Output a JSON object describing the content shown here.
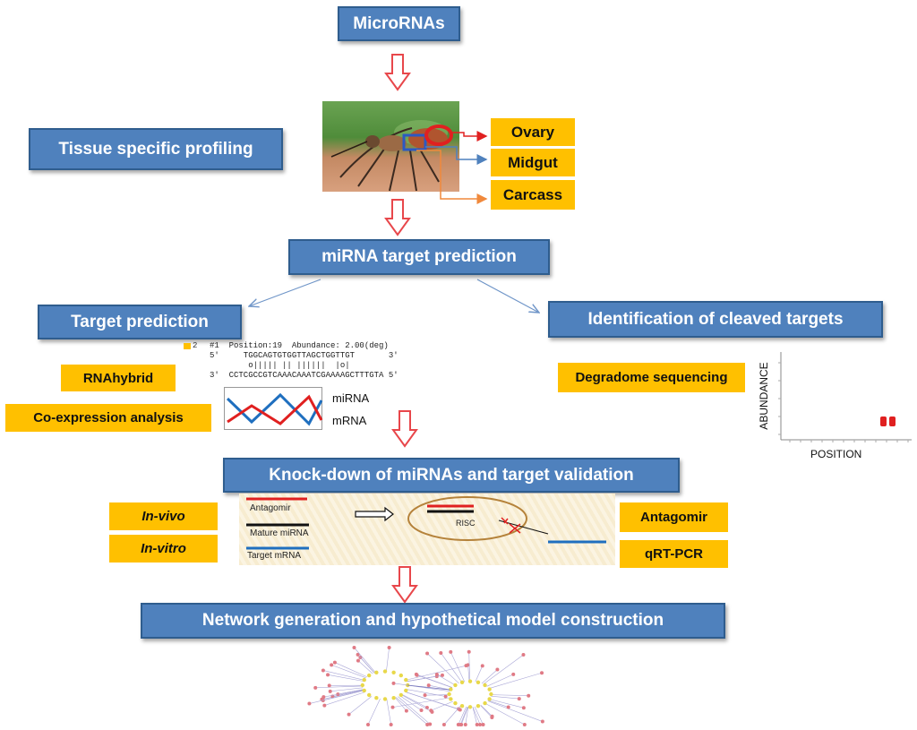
{
  "title_box": "MicroRNAs",
  "tissue_box": "Tissue specific profiling",
  "tissues": [
    "Ovary",
    "Midgut",
    "Carcass"
  ],
  "prediction_box": "miRNA target prediction",
  "target_prediction_box": "Target prediction",
  "cleaved_box": "Identification of cleaved targets",
  "methods": {
    "rnahybrid": "RNAhybrid",
    "coexpression": "Co-expression analysis",
    "degradome": "Degradome sequencing"
  },
  "hybrid": {
    "legend_num": "2",
    "line1": "#1  Position:19  Abundance: 2.00(deg)",
    "line2": "5'     TGGCAGTGTGGTTAGCTGGTTGT       3'",
    "line3": "        o||||| || ||||||  |o|",
    "line4": "3'  CCTCGCCGTCAAACAAATCGAAAAGCTTTGTA 5'"
  },
  "coexpr_legend": {
    "mirna": "miRNA",
    "mrna": "mRNA"
  },
  "degradome_plot": {
    "ylabel": "ABUNDANCE",
    "xlabel": "POSITION"
  },
  "knockdown_box": "Knock-down of miRNAs and target validation",
  "conditions": {
    "invivo": "In-vivo",
    "invitro": "In-vitro"
  },
  "validation": {
    "antagomir": "Antagomir",
    "qrtpcr": "qRT-PCR"
  },
  "mechanism": {
    "antagomir": "Antagomir",
    "mature": "Mature miRNA",
    "target": "Target mRNA",
    "risc": "RISC"
  },
  "network_box": "Network generation and hypothetical model construction",
  "colors": {
    "box_blue": "#4f81bd",
    "box_yellow": "#ffc000",
    "arrow_red": "#e8474b",
    "antagomir_red": "#e02020",
    "mrna_blue": "#1f6fbf"
  }
}
